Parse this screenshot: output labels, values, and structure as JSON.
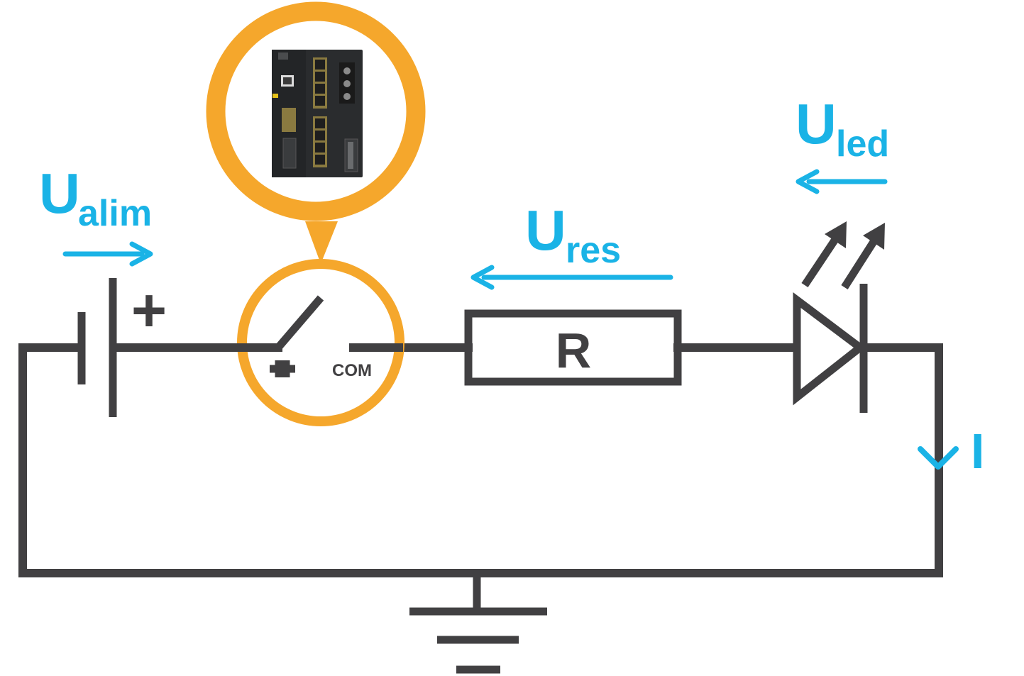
{
  "colors": {
    "wire": "#414042",
    "label": "#1ab3e6",
    "highlight": "#f5a72c",
    "device": "#2a2c2e"
  },
  "labels": {
    "u_alim": {
      "main": "U",
      "sub": "alim"
    },
    "u_res": {
      "main": "U",
      "sub": "res"
    },
    "u_led": {
      "main": "U",
      "sub": "led"
    },
    "current": "I",
    "resistor": "R",
    "plus": "+",
    "contact_symbol": "⊣⊢",
    "com": "COM"
  },
  "icons": {
    "device": "industrial-switch-device-icon",
    "ground": "ground-icon",
    "battery": "battery-icon",
    "led": "led-icon",
    "relay": "relay-contact-icon"
  }
}
